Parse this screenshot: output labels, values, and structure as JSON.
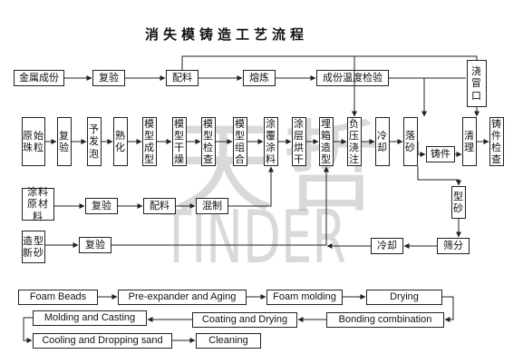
{
  "title": "消失模铸造工艺流程",
  "watermark": {
    "cn": "天哲",
    "en": "TINDER"
  },
  "cn_flow": {
    "metal": "金属成份",
    "recheck_metal": "复验",
    "batching": "配料",
    "smelting": "熔炼",
    "temp_check": "成份温度检验",
    "gate": "浇冒口",
    "beads": "原始珠粒",
    "recheck_beads": "复验",
    "pre_expand": "予发泡",
    "aging": "熟化",
    "molding": "模型成型",
    "drying": "模型干燥",
    "inspect": "模型检查",
    "assemble": "模型组合",
    "coat": "涂覆涂料",
    "coat_dry": "涂层烘干",
    "flask": "埋箱造型",
    "pour": "负压浇注",
    "cool": "冷却",
    "shakeout": "落砂",
    "casting": "铸件",
    "clean": "清理",
    "final_check": "铸件检查",
    "coating_raw": "涂料原材料",
    "recheck_coating": "复验",
    "batching2": "配料",
    "mixing": "混制",
    "sand": "造型新砂",
    "recheck_sand": "复验",
    "mold_sand": "型砂",
    "cooling2": "冷却",
    "sieve": "筛分"
  },
  "en_flow": {
    "foam_beads": "Foam Beads",
    "pre_expander": "Pre-expander and Aging",
    "foam_molding": "Foam molding",
    "drying": "Drying",
    "bonding": "Bonding combination",
    "coating_drying": "Coating and Drying",
    "molding_casting": "Molding and Casting",
    "cooling_dropping": "Cooling and Dropping sand",
    "cleaning": "Cleaning"
  }
}
